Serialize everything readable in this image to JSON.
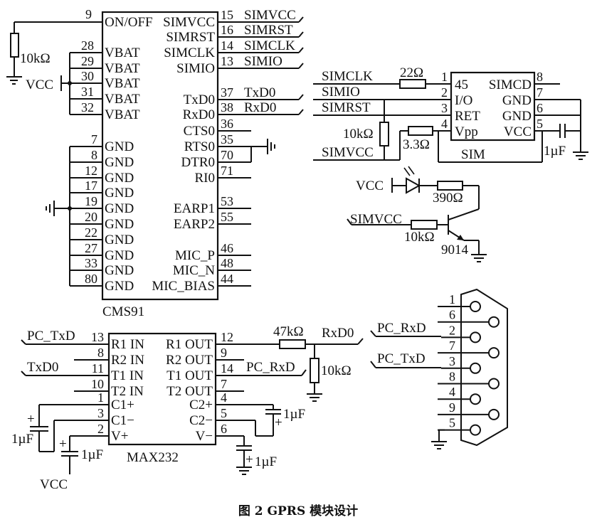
{
  "figure": {
    "caption": "图 2    GPRS 模块设计"
  },
  "cms91": {
    "name": "CMS91",
    "left_pins": [
      {
        "num": "9",
        "label": "ON/OFF"
      },
      {
        "num": "28",
        "label": "VBAT"
      },
      {
        "num": "29",
        "label": "VBAT"
      },
      {
        "num": "30",
        "label": "VBAT"
      },
      {
        "num": "31",
        "label": "VBAT"
      },
      {
        "num": "32",
        "label": "VBAT"
      },
      {
        "num": "7",
        "label": "GND"
      },
      {
        "num": "8",
        "label": "GND"
      },
      {
        "num": "12",
        "label": "GND"
      },
      {
        "num": "17",
        "label": "GND"
      },
      {
        "num": "19",
        "label": "GND"
      },
      {
        "num": "20",
        "label": "GND"
      },
      {
        "num": "22",
        "label": "GND"
      },
      {
        "num": "27",
        "label": "GND"
      },
      {
        "num": "33",
        "label": "GND"
      },
      {
        "num": "80",
        "label": "GND"
      }
    ],
    "right_pins": [
      {
        "num": "15",
        "label": "SIMVCC",
        "net": "SIMVCC"
      },
      {
        "num": "16",
        "label": "SIMRST",
        "net": "SIMRST"
      },
      {
        "num": "14",
        "label": "SIMCLK",
        "net": "SIMCLK"
      },
      {
        "num": "13",
        "label": "SIMIO",
        "net": "SIMIO"
      },
      {
        "num": "37",
        "label": "TxD0",
        "net": "TxD0"
      },
      {
        "num": "38",
        "label": "RxD0",
        "net": "RxD0"
      },
      {
        "num": "36",
        "label": "CTS0",
        "net": ""
      },
      {
        "num": "35",
        "label": "RTS0",
        "net": ""
      },
      {
        "num": "70",
        "label": "DTR0",
        "net": ""
      },
      {
        "num": "71",
        "label": "RI0",
        "net": ""
      },
      {
        "num": "53",
        "label": "EARP1",
        "net": ""
      },
      {
        "num": "55",
        "label": "EARP2",
        "net": ""
      },
      {
        "num": "46",
        "label": "MIC_P",
        "net": ""
      },
      {
        "num": "48",
        "label": "MIC_N",
        "net": ""
      },
      {
        "num": "44",
        "label": "MIC_BIAS",
        "net": ""
      }
    ],
    "pullup_resistor": "10kΩ",
    "vcc_label": "VCC"
  },
  "sim": {
    "name": "SIM",
    "left_pins": [
      {
        "num": "1",
        "label": "45",
        "net": "SIMCLK"
      },
      {
        "num": "2",
        "label": "I/O",
        "net": "SIMIO"
      },
      {
        "num": "3",
        "label": "RET",
        "net": "SIMRST"
      },
      {
        "num": "4",
        "label": "Vpp",
        "net": "SIMVCC"
      }
    ],
    "right_pins": [
      {
        "num": "8",
        "label": "SIMCD"
      },
      {
        "num": "7",
        "label": "GND"
      },
      {
        "num": "6",
        "label": "GND"
      },
      {
        "num": "5",
        "label": "VCC"
      }
    ],
    "r_clk": "22Ω",
    "r_pullup": "10kΩ",
    "r_vpp": "3.3Ω",
    "cap": "1µF"
  },
  "led_driver": {
    "vcc_label": "VCC",
    "input_net": "SIMVCC",
    "r_led": "390Ω",
    "r_base": "10kΩ",
    "transistor": "9014"
  },
  "max232": {
    "name": "MAX232",
    "left_pins": [
      {
        "num": "13",
        "label": "R1 IN",
        "net": "PC_TxD"
      },
      {
        "num": "8",
        "label": "R2 IN",
        "net": ""
      },
      {
        "num": "11",
        "label": "T1 IN",
        "net": "TxD0"
      },
      {
        "num": "10",
        "label": "T2 IN",
        "net": ""
      },
      {
        "num": "1",
        "label": "C1+",
        "net": ""
      },
      {
        "num": "3",
        "label": "C1−",
        "net": ""
      },
      {
        "num": "2",
        "label": "V+",
        "net": ""
      }
    ],
    "right_pins": [
      {
        "num": "12",
        "label": "R1 OUT",
        "net": ""
      },
      {
        "num": "9",
        "label": "R2 OUT",
        "net": ""
      },
      {
        "num": "14",
        "label": "T1 OUT",
        "net": "PC_RxD"
      },
      {
        "num": "7",
        "label": "T2 OUT",
        "net": ""
      },
      {
        "num": "4",
        "label": "C2+",
        "net": ""
      },
      {
        "num": "5",
        "label": "C2−",
        "net": ""
      },
      {
        "num": "6",
        "label": "V−",
        "net": ""
      }
    ],
    "caps": [
      "1µF",
      "1µF",
      "1µF",
      "1µF"
    ],
    "vcc_label": "VCC",
    "r_series": "47kΩ",
    "r_divider": "10kΩ",
    "rx_net": "RxD0"
  },
  "db9": {
    "pins": [
      "1",
      "6",
      "2",
      "7",
      "3",
      "8",
      "4",
      "9",
      "5"
    ],
    "net_rx": "PC_RxD",
    "net_tx": "PC_TxD"
  }
}
